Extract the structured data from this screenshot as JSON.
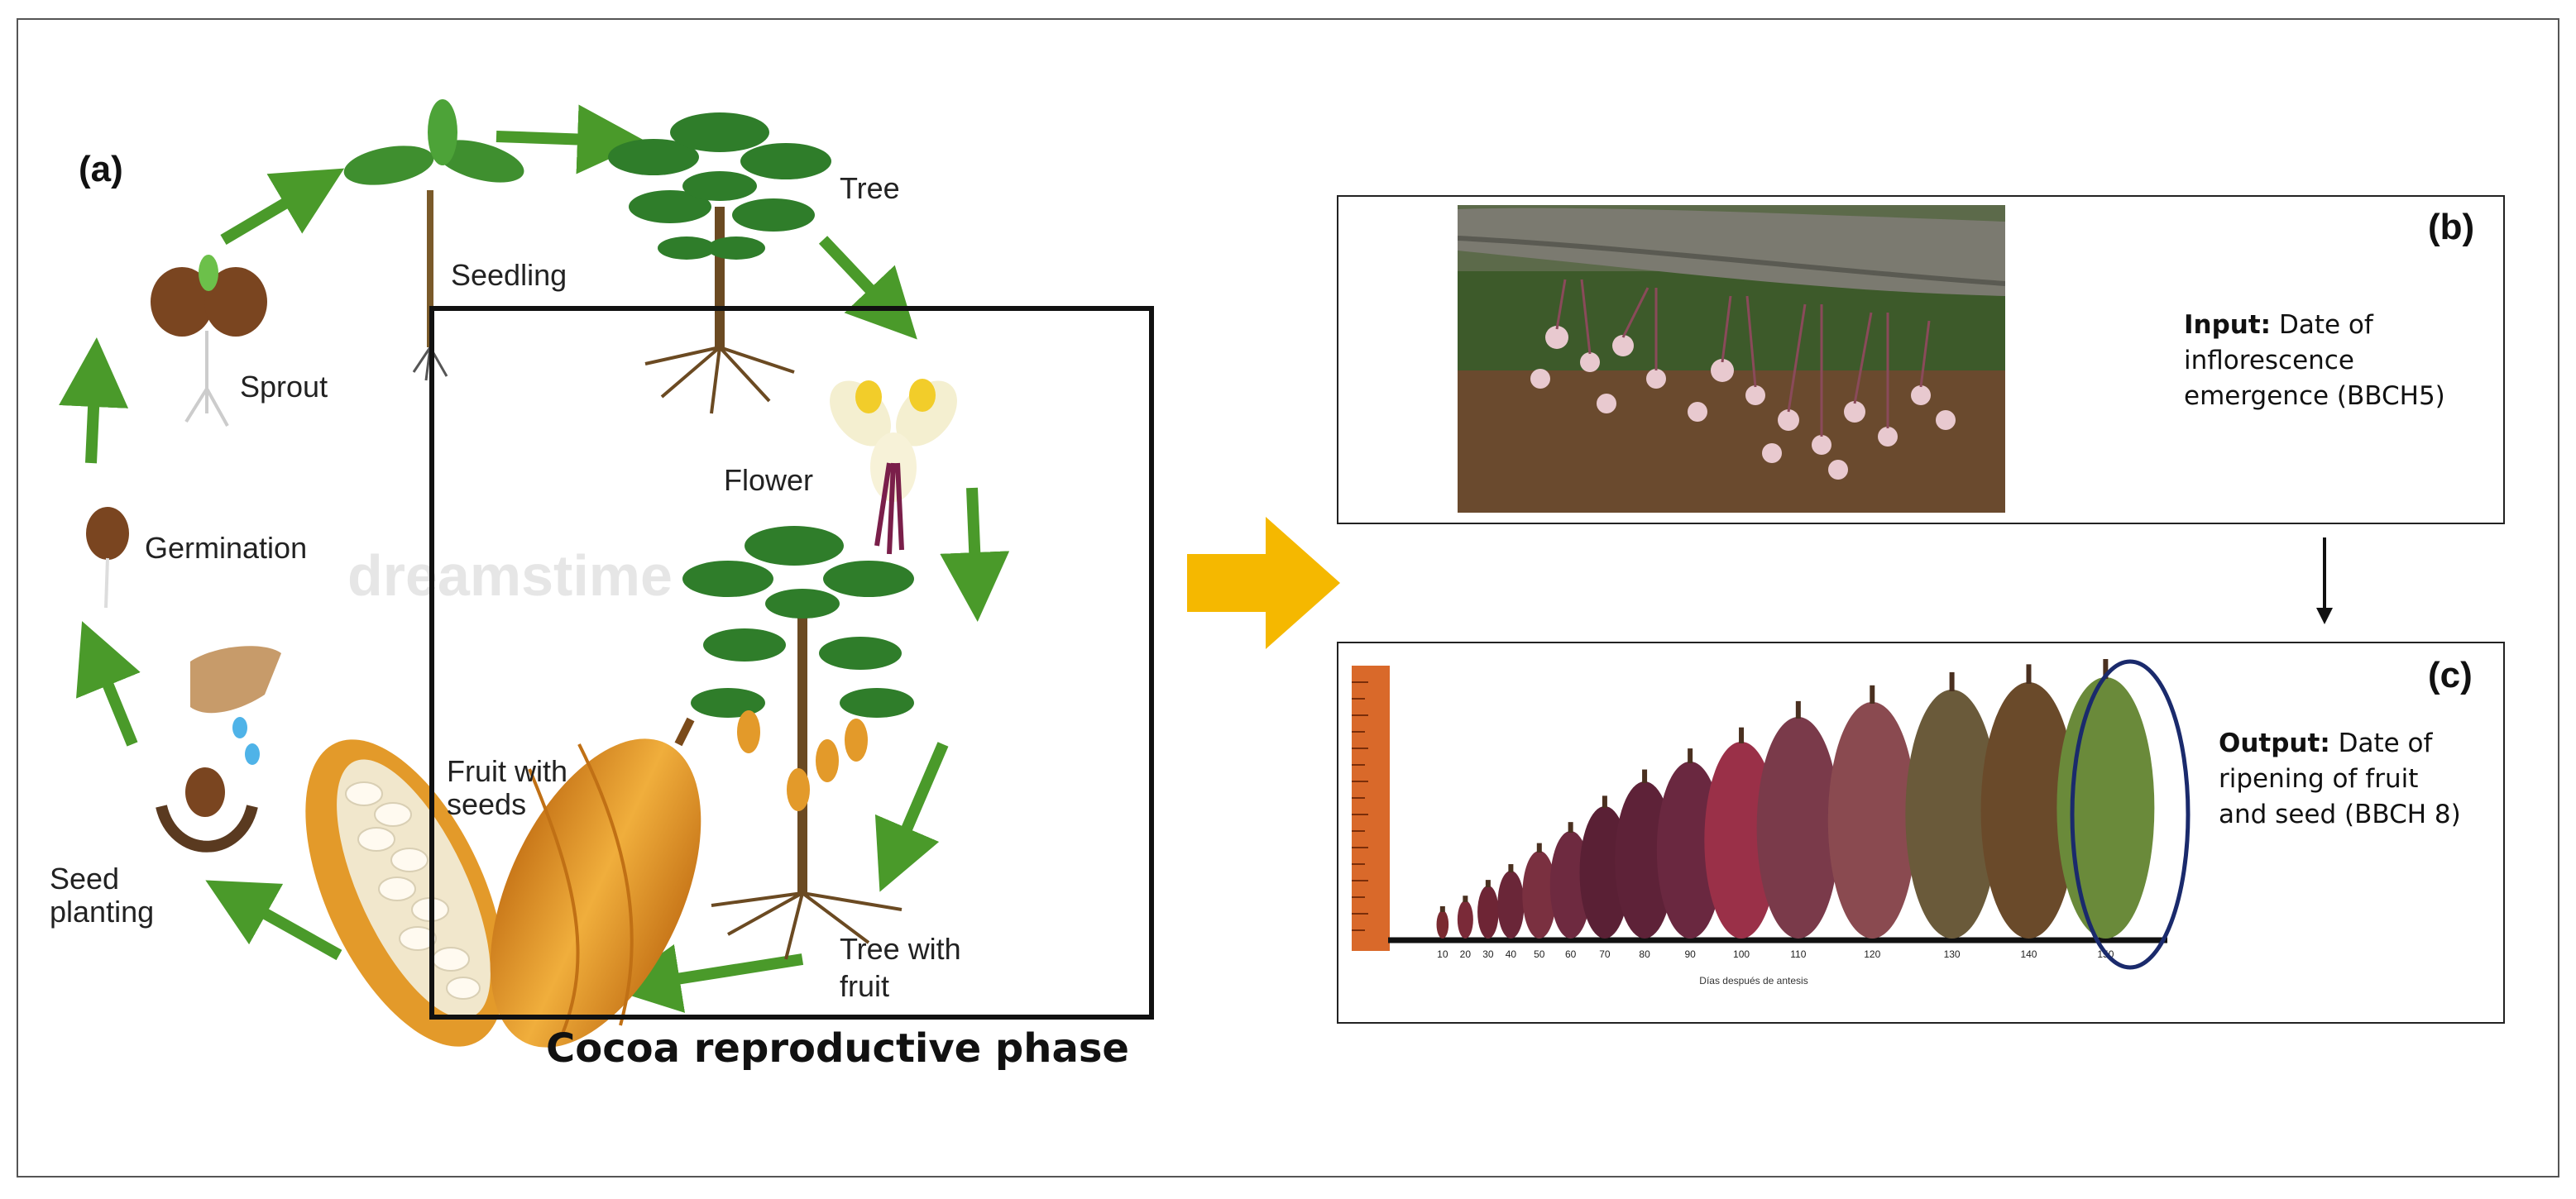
{
  "panel_a": {
    "letter": "(a)",
    "stages": {
      "seedling": "Seedling",
      "tree": "Tree",
      "sprout": "Sprout",
      "flower": "Flower",
      "germination": "Germination",
      "fruit_with_seeds_1": "Fruit with",
      "fruit_with_seeds_2": "seeds",
      "seed_planting_1": "Seed",
      "seed_planting_2": "planting",
      "tree_with_fruit_1": "Tree with",
      "tree_with_fruit_2": "fruit"
    },
    "watermark": "dreamstime",
    "caption": "Cocoa reproductive phase"
  },
  "panel_b": {
    "letter": "(b)",
    "input_label": "Input:",
    "input_text_1": " Date of",
    "input_text_2": "inflorescence",
    "input_text_3": "emergence (BBCH5)"
  },
  "panel_c": {
    "letter": "(c)",
    "output_label": "Output:",
    "output_text_1": " Date of",
    "output_text_2": "ripening of fruit",
    "output_text_3": "and seed (BBCH 8)",
    "day_ticks": [
      "10",
      "20",
      "30",
      "40",
      "50",
      "60",
      "70",
      "80",
      "90",
      "100",
      "110",
      "120",
      "130",
      "140",
      "150"
    ],
    "axis_caption": "Días después de antesis"
  },
  "colors": {
    "cycle_arrow": "#4a9a2a",
    "big_arrow": "#f5b800",
    "pod_orange": "#e39a2a",
    "leaf_green": "#2f7d2a",
    "highlight_ellipse": "#1a2a6c"
  }
}
